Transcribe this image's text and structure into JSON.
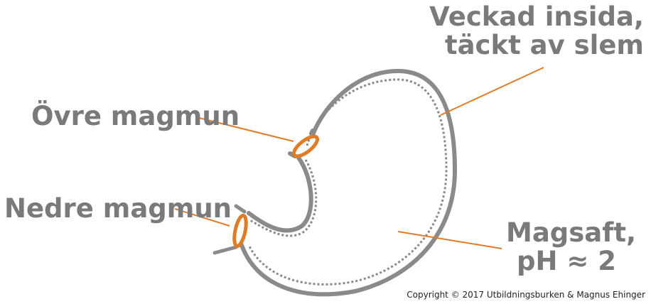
{
  "labels": {
    "folded_line1": "Veckad insida,",
    "folded_line2": "täckt av slem",
    "upper_sphincter": "Övre magmun",
    "lower_sphincter": "Nedre magmun",
    "acid_line1": "Magsaft,",
    "acid_line2": "pH ≈ 2"
  },
  "copyright": "Copyright © 2017 Utbildningsburken & Magnus Ehinger",
  "colors": {
    "outline": "#8a8a8a",
    "sphincter": "#e07b26",
    "leader": "#e07b26",
    "text": "#7a7a7a"
  }
}
